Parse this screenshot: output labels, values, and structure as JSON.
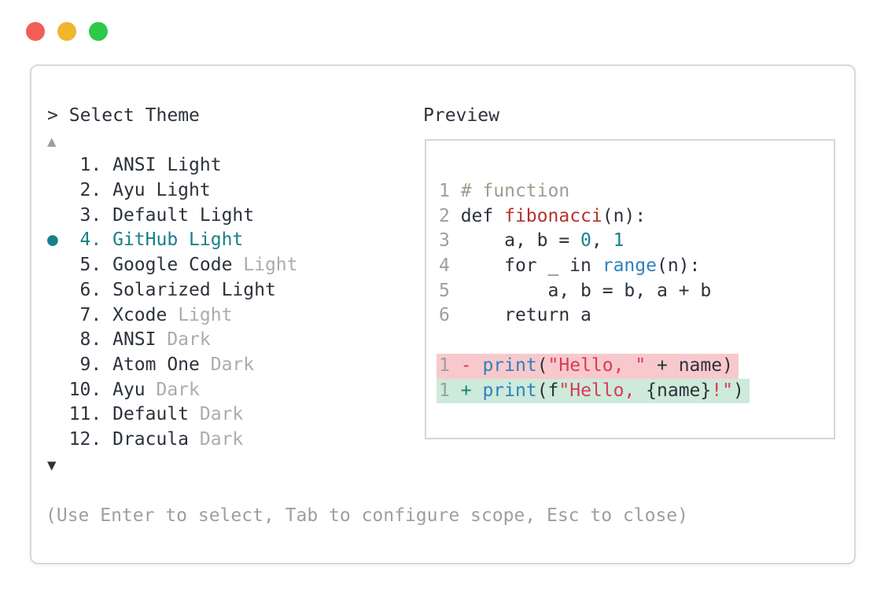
{
  "colors": {
    "ink": "#2c323b",
    "gray": "#9b9fa3",
    "muted": "#a9acae",
    "teal": "#17808a",
    "comment": "#9aa08e",
    "func": "#b2352a",
    "blue": "#2e81be",
    "str": "#da3b58",
    "del": "#d3404b",
    "add": "#11886e",
    "del_bg": "#f8c9cc",
    "add_bg": "#cdeada",
    "traffic_red": "#f15e56",
    "traffic_yellow": "#f2b62d",
    "traffic_green": "#2ec948"
  },
  "prompt": {
    "symbol": ">",
    "title": "Select Theme"
  },
  "scroll": {
    "up": "▲",
    "down": "▼"
  },
  "theme_list": {
    "selected_marker": "●",
    "items": [
      {
        "number": "1",
        "label": "ANSI Light",
        "muted": "",
        "selected": false
      },
      {
        "number": "2",
        "label": "Ayu Light",
        "muted": "",
        "selected": false
      },
      {
        "number": "3",
        "label": "Default Light",
        "muted": "",
        "selected": false
      },
      {
        "number": "4",
        "label": "GitHub Light",
        "muted": "",
        "selected": true
      },
      {
        "number": "5",
        "label": "Google Code ",
        "muted": "Light",
        "selected": false
      },
      {
        "number": "6",
        "label": "Solarized Light",
        "muted": "",
        "selected": false
      },
      {
        "number": "7",
        "label": "Xcode ",
        "muted": "Light",
        "selected": false
      },
      {
        "number": "8",
        "label": "ANSI ",
        "muted": "Dark",
        "selected": false
      },
      {
        "number": "9",
        "label": "Atom One ",
        "muted": "Dark",
        "selected": false
      },
      {
        "number": "10",
        "label": "Ayu ",
        "muted": "Dark",
        "selected": false
      },
      {
        "number": "11",
        "label": "Default ",
        "muted": "Dark",
        "selected": false
      },
      {
        "number": "12",
        "label": "Dracula ",
        "muted": "Dark",
        "selected": false
      }
    ]
  },
  "preview": {
    "label": "Preview",
    "code_lines": [
      {
        "name": "code-line-1",
        "tokens": [
          {
            "t": "1",
            "c": "ln"
          },
          {
            "t": " ",
            "c": "d"
          },
          {
            "t": "# function",
            "c": "comment"
          }
        ]
      },
      {
        "name": "code-line-2",
        "tokens": [
          {
            "t": "2",
            "c": "ln"
          },
          {
            "t": " def ",
            "c": "d"
          },
          {
            "t": "fibonacci",
            "c": "func"
          },
          {
            "t": "(n):",
            "c": "d"
          }
        ]
      },
      {
        "name": "code-line-3",
        "tokens": [
          {
            "t": "3",
            "c": "ln"
          },
          {
            "t": "     a, b = ",
            "c": "d"
          },
          {
            "t": "0",
            "c": "num"
          },
          {
            "t": ", ",
            "c": "d"
          },
          {
            "t": "1",
            "c": "num"
          }
        ]
      },
      {
        "name": "code-line-4",
        "tokens": [
          {
            "t": "4",
            "c": "ln"
          },
          {
            "t": "     for _ in ",
            "c": "d"
          },
          {
            "t": "range",
            "c": "blue"
          },
          {
            "t": "(n):",
            "c": "d"
          }
        ]
      },
      {
        "name": "code-line-5",
        "tokens": [
          {
            "t": "5",
            "c": "ln"
          },
          {
            "t": "         a, b = b, a + b",
            "c": "d"
          }
        ]
      },
      {
        "name": "code-line-6",
        "tokens": [
          {
            "t": "6",
            "c": "ln"
          },
          {
            "t": "     return a",
            "c": "d"
          }
        ]
      },
      {
        "name": "code-line-blank",
        "tokens": []
      },
      {
        "name": "diff-line-removed",
        "bg": "del",
        "tokens": [
          {
            "t": "1",
            "c": "ln"
          },
          {
            "t": " ",
            "c": "d"
          },
          {
            "t": "-",
            "c": "del"
          },
          {
            "t": " ",
            "c": "d"
          },
          {
            "t": "print",
            "c": "blue"
          },
          {
            "t": "(",
            "c": "d"
          },
          {
            "t": "\"Hello, \"",
            "c": "str"
          },
          {
            "t": " + name)",
            "c": "d"
          }
        ]
      },
      {
        "name": "diff-line-added",
        "bg": "add",
        "tokens": [
          {
            "t": "1",
            "c": "ln"
          },
          {
            "t": " ",
            "c": "d"
          },
          {
            "t": "+",
            "c": "add"
          },
          {
            "t": " ",
            "c": "d"
          },
          {
            "t": "print",
            "c": "blue"
          },
          {
            "t": "(f",
            "c": "d"
          },
          {
            "t": "\"Hello, ",
            "c": "str"
          },
          {
            "t": "{name}",
            "c": "d"
          },
          {
            "t": "!\"",
            "c": "str"
          },
          {
            "t": ")",
            "c": "d"
          }
        ]
      }
    ]
  },
  "footer": {
    "hint": "(Use Enter to select, Tab to configure scope, Esc to close)"
  }
}
